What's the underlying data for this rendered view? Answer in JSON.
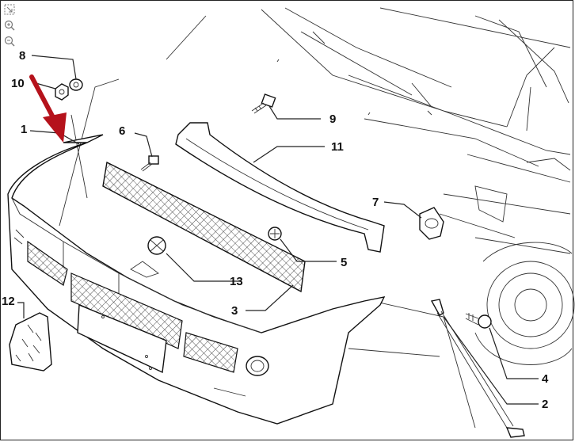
{
  "toolbar": {
    "icons": [
      "fit-page-icon",
      "zoom-in-icon",
      "zoom-out-icon"
    ]
  },
  "colors": {
    "arrow": "#b5121b",
    "line": "#222222"
  },
  "callouts": [
    {
      "id": "c1",
      "label": "1"
    },
    {
      "id": "c2",
      "label": "2"
    },
    {
      "id": "c3",
      "label": "3"
    },
    {
      "id": "c4",
      "label": "4"
    },
    {
      "id": "c5",
      "label": "5"
    },
    {
      "id": "c6",
      "label": "6"
    },
    {
      "id": "c7",
      "label": "7"
    },
    {
      "id": "c8",
      "label": "8"
    },
    {
      "id": "c9",
      "label": "9"
    },
    {
      "id": "c10",
      "label": "10"
    },
    {
      "id": "c11",
      "label": "11"
    },
    {
      "id": "c12",
      "label": "12"
    },
    {
      "id": "c13",
      "label": "13"
    }
  ]
}
